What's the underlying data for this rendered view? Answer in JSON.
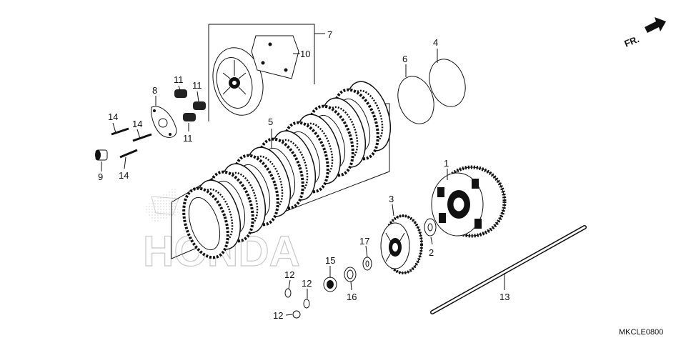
{
  "diagram": {
    "code": "MKCLE0800",
    "direction_label": "FR.",
    "watermark": "HONDA",
    "callouts": {
      "c1": "1",
      "c2": "2",
      "c3": "3",
      "c4": "4",
      "c5": "5",
      "c6": "6",
      "c7": "7",
      "c8": "8",
      "c9": "9",
      "c10": "10",
      "c11a": "11",
      "c11b": "11",
      "c11c": "11",
      "c12a": "12",
      "c12b": "12",
      "c12c": "12",
      "c13": "13",
      "c14a": "14",
      "c14b": "14",
      "c14c": "14",
      "c15": "15",
      "c16": "16",
      "c17": "17"
    }
  }
}
